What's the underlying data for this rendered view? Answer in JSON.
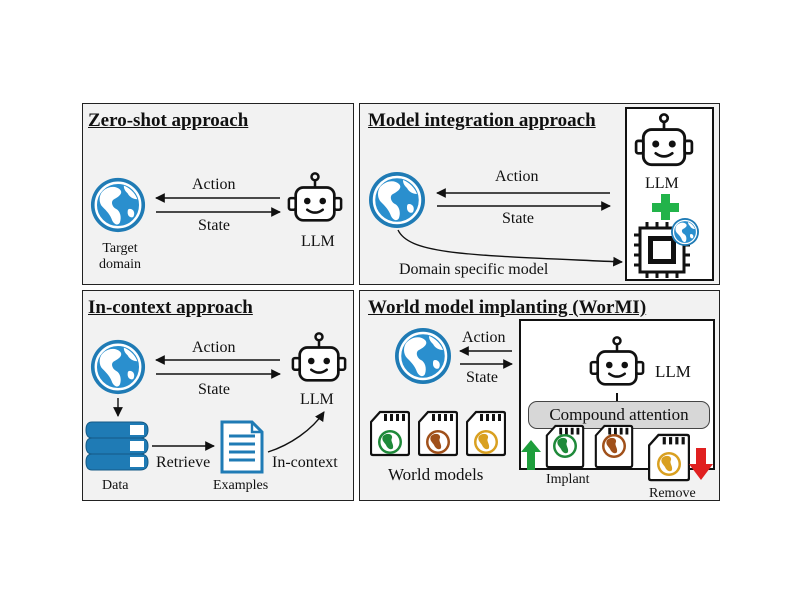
{
  "panels": {
    "zero_shot": {
      "title": "Zero-shot approach",
      "action": "Action",
      "state": "State",
      "llm": "LLM",
      "domain_line1": "Target",
      "domain_line2": "domain"
    },
    "model_integration": {
      "title": "Model integration approach",
      "action": "Action",
      "state": "State",
      "llm": "LLM",
      "domain_model": "Domain specific model"
    },
    "in_context": {
      "title": "In-context approach",
      "action": "Action",
      "state": "State",
      "llm": "LLM",
      "data": "Data",
      "retrieve": "Retrieve",
      "examples": "Examples",
      "in_context": "In-context"
    },
    "wormi": {
      "title": "World model implanting (WorMI)",
      "action": "Action",
      "state": "State",
      "llm": "LLM",
      "compound_attention": "Compound attention",
      "world_models": "World models",
      "implant": "Implant",
      "remove": "Remove"
    }
  },
  "colors": {
    "globe_blue": "#1f7bb5",
    "globe_land": "#ffffff",
    "card_green": "#1f8a3a",
    "card_brown": "#a0501a",
    "card_gold": "#d9a020",
    "implant_arrow": "#1e9e3c",
    "remove_arrow": "#e02020",
    "plus": "#22b34a",
    "book_blue": "#1f7bb5"
  },
  "icons": [
    "globe-icon",
    "robot-icon",
    "chip-icon",
    "plus-icon",
    "books-icon",
    "document-icon",
    "sd-card-icon",
    "up-arrow-icon",
    "down-arrow-icon"
  ]
}
